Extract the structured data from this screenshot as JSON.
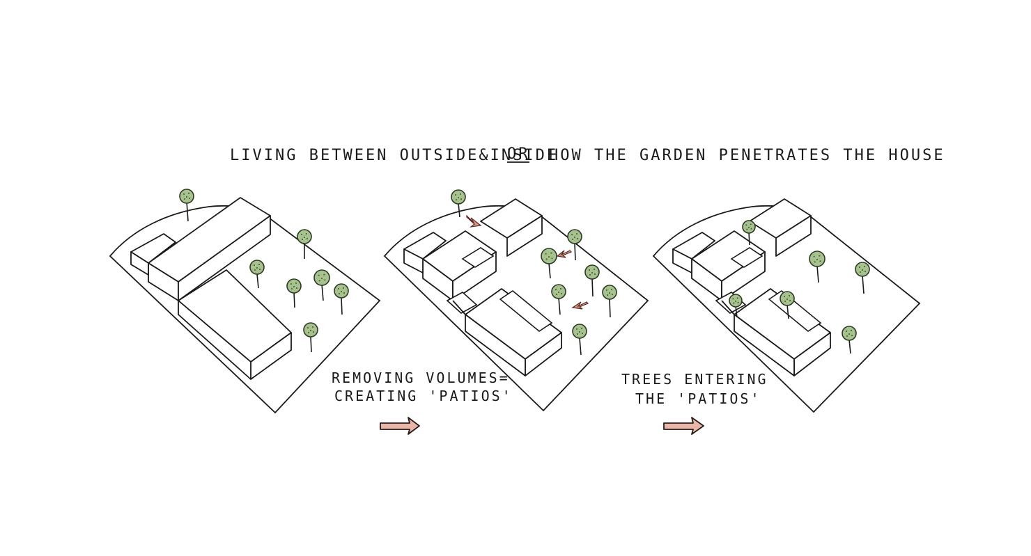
{
  "title": {
    "part1": "LIVING BETWEEN OUTSIDE&INSIDE",
    "or": "OR",
    "part2": "HOW THE GARDEN PENETRATES THE HOUSE"
  },
  "captions": {
    "step1_line1": "REMOVING VOLUMES=",
    "step1_line2": "CREATING 'PATIOS'",
    "step2_line1": "TREES ENTERING",
    "step2_line2": "THE 'PATIOS'"
  },
  "colors": {
    "tree_crown": "#a7c28f",
    "arrow_fill": "#e8b7aa",
    "ink": "#1a1a1a"
  },
  "icons": {
    "step_arrow": "right-arrow-icon",
    "tree": "tree-icon"
  }
}
